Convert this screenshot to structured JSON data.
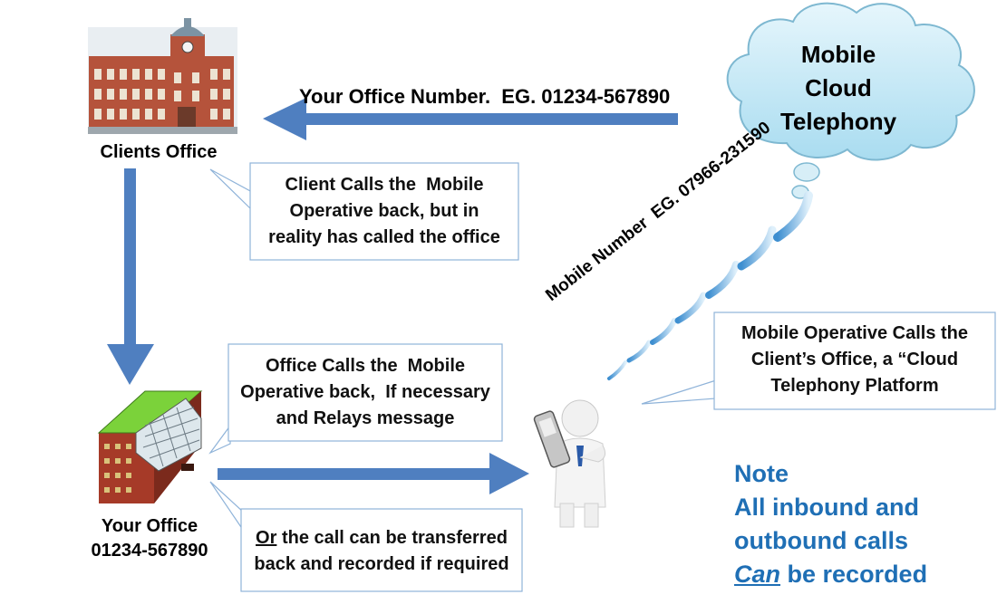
{
  "cloud": {
    "line1": "Mobile",
    "line2": "Cloud",
    "line3": "Telephony"
  },
  "arrow_top_label": "Your Office Number.  EG. 01234-567890",
  "mobile_number_label": "Mobile Number  EG. 07966-231590",
  "clients_office_label": "Clients Office",
  "your_office": {
    "line1": "Your Office",
    "line2": "01234-567890"
  },
  "callout_client": {
    "line1": "Client Calls the  Mobile",
    "line2": "Operative back, but in",
    "line3": "reality has called the office"
  },
  "callout_office": {
    "line1": "Office Calls the  Mobile",
    "line2": "Operative back,  If necessary",
    "line3": "and Relays message"
  },
  "callout_mobile": {
    "line1": "Mobile Operative Calls the",
    "line2": "Client’s Office, a “Cloud",
    "line3": "Telephony Platform"
  },
  "callout_transfer": {
    "or": "Or",
    "line1_rest": " the call can be transferred",
    "line2": "back and recorded if required"
  },
  "note": {
    "title": "Note",
    "line1": "All inbound and",
    "line2": "outbound calls",
    "can": "Can",
    "line3_rest": " be recorded"
  },
  "colors": {
    "arrow": "#4f7fc0",
    "note": "#1f6fb5",
    "cloud_fill": "#bfe6f5",
    "callout_border": "#8fb3d9"
  }
}
